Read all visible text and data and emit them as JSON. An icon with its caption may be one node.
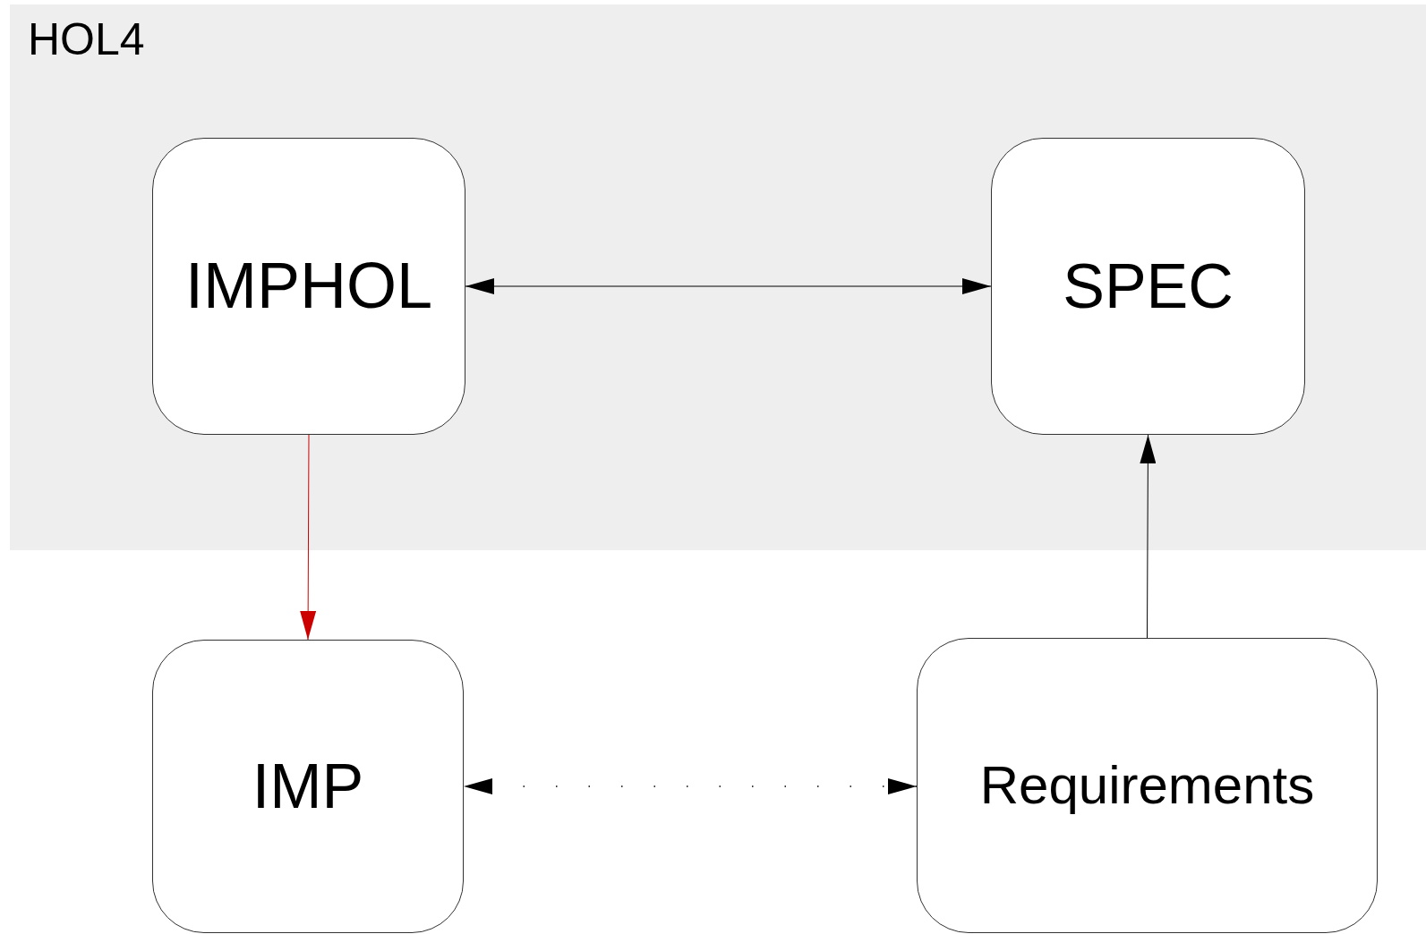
{
  "diagram": {
    "nodes": [
      {
        "text": [
          "HOL4"
        ]
      },
      {
        "text": [
          "IMPHOL"
        ],
        "in": 0
      },
      {
        "text": [
          "SPEC"
        ],
        "in": 0
      },
      {
        "text": [
          "IMP"
        ]
      },
      {
        "text": [
          "Requirements"
        ]
      }
    ],
    "edges": [
      {
        "from": 1,
        "to": 2,
        "arrow": "both"
      },
      {
        "from": 1,
        "to": 3,
        "arrow": "to",
        "color": "#cc0000"
      },
      {
        "from": 4,
        "to": 2,
        "arrow": "to"
      },
      {
        "from": 3,
        "to": 4,
        "arrow": "both",
        "style": "dashed"
      }
    ]
  }
}
